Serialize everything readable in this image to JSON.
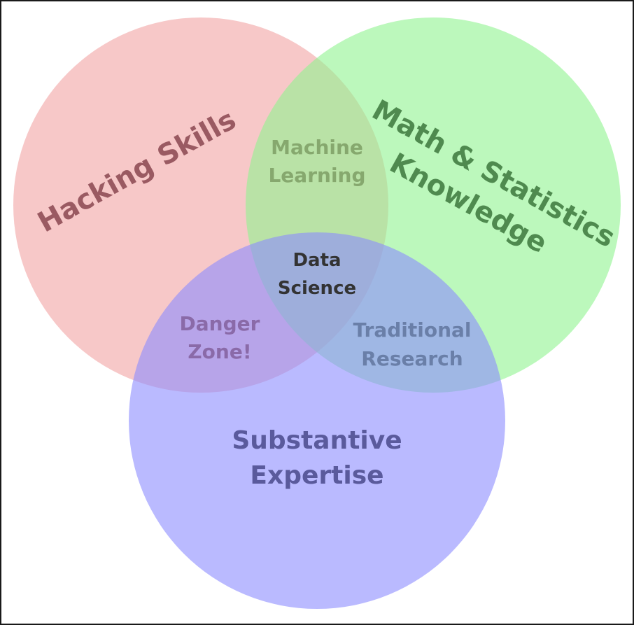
{
  "diagram": {
    "sets": [
      {
        "key": "hacking",
        "label": "Hacking Skills",
        "fill": "#f19b9b",
        "text_color": "#9a5a62"
      },
      {
        "key": "math",
        "label_lines": [
          "Math & Statistics",
          "Knowledge"
        ],
        "fill": "#8ff48f",
        "text_color": "#4f8a4f"
      },
      {
        "key": "substantive",
        "label_lines": [
          "Substantive",
          "Expertise"
        ],
        "fill": "#8c8cff",
        "text_color": "#5a5a9c"
      }
    ],
    "intersections": {
      "machine_learning": {
        "lines": [
          "Machine",
          "Learning"
        ],
        "text_color": "#86a86e"
      },
      "danger_zone": {
        "lines": [
          "Danger",
          "Zone!"
        ],
        "text_color": "#8a6aa8"
      },
      "traditional_research": {
        "lines": [
          "Traditional",
          "Research"
        ],
        "text_color": "#6a7fa8"
      },
      "data_science": {
        "lines": [
          "Data",
          "Science"
        ],
        "text_color": "#333333"
      }
    }
  }
}
